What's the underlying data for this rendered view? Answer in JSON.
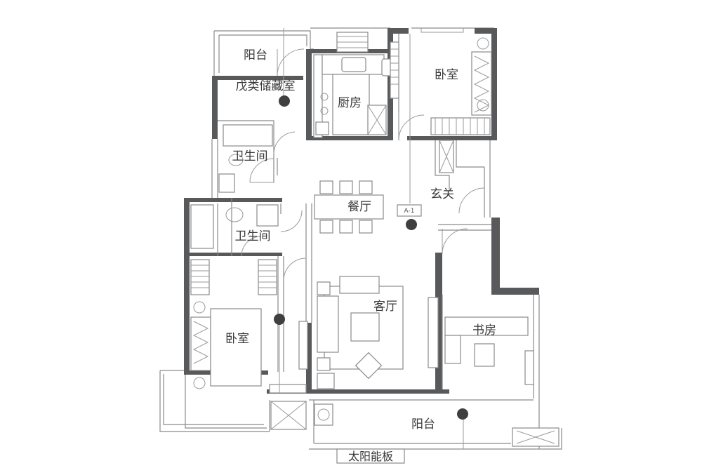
{
  "rooms": {
    "balcony_top": "阳台",
    "storage": "戊类储藏室",
    "kitchen": "厨房",
    "bedroom_right": "卧室",
    "bathroom_upper": "卫生间",
    "bathroom_lower": "卫生间",
    "dining": "餐厅",
    "entrance": "玄关",
    "living": "客厅",
    "study": "书房",
    "bedroom_left": "卧室",
    "balcony_bottom": "阳台"
  },
  "labels": {
    "solar_panel": "太阳能板",
    "camera_tag": "A-1"
  },
  "colors": {
    "wall": "#58595b",
    "line": "#8a8a8a",
    "marker": "#3f3f3f"
  }
}
